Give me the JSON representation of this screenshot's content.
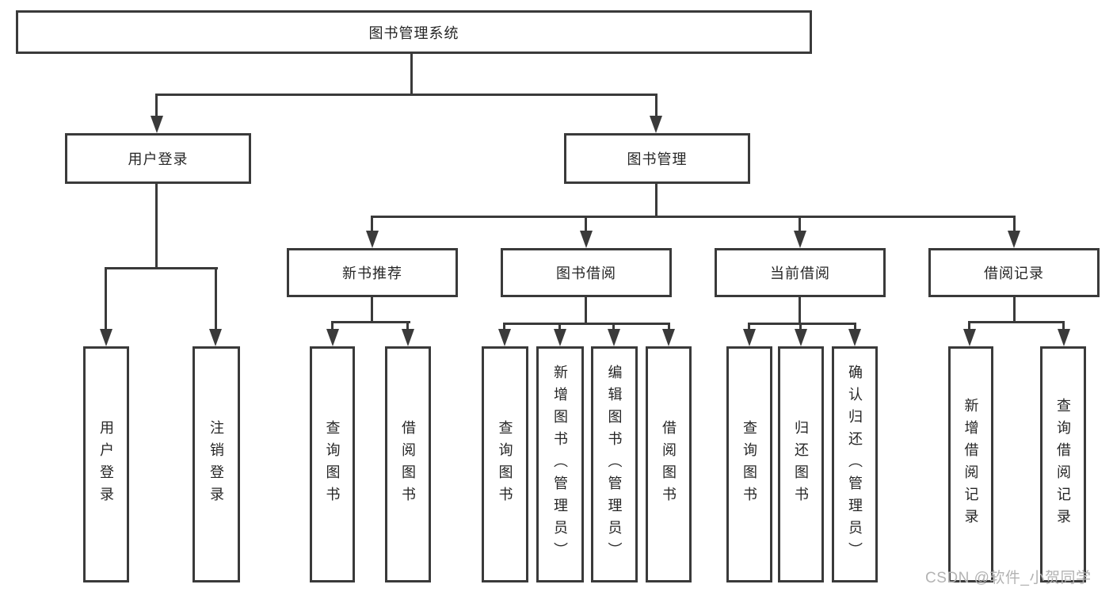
{
  "diagram": {
    "root": "图书管理系统",
    "level2": {
      "user_login": "用户登录",
      "book_mgmt": "图书管理"
    },
    "level3": {
      "new_books": "新书推荐",
      "borrow": "图书借阅",
      "current": "当前借阅",
      "records": "借阅记录"
    },
    "leaves": {
      "user_login": [
        "用户登录",
        "注销登录"
      ],
      "new_books": [
        "查询图书",
        "借阅图书"
      ],
      "borrow": [
        "查询图书",
        "新增图书（管理员）",
        "编辑图书（管理员）",
        "借阅图书"
      ],
      "current": [
        "查询图书",
        "归还图书",
        "确认归还（管理员）"
      ],
      "records": [
        "新增借阅记录",
        "查询借阅记录"
      ]
    }
  },
  "watermark": "CSDN @软件_小贺同学",
  "colors": {
    "line": "#3a3a3a",
    "text": "#262626",
    "watermark": "#b3b3b3",
    "background": "#ffffff"
  }
}
